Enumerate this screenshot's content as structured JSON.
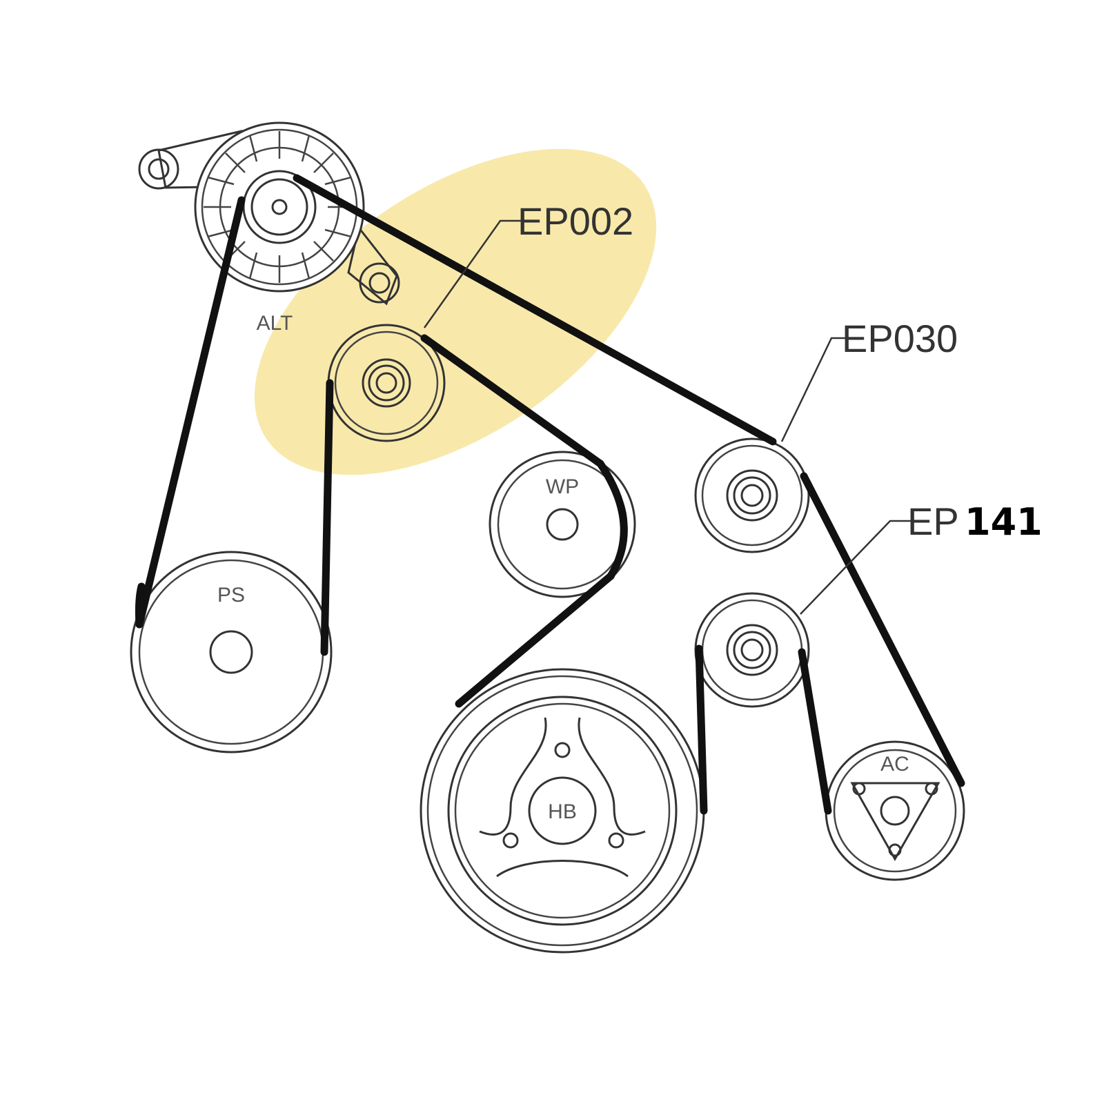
{
  "pulleys": {
    "alternator": "ALT",
    "power_steering": "PS",
    "water_pump": "WP",
    "harmonic_balancer": "HB",
    "ac_compressor": "AC"
  },
  "callouts": {
    "tensioner": "EP002",
    "idler_upper": "EP030",
    "idler_lower_prefix": "EP",
    "idler_lower_number": "141"
  },
  "colors": {
    "highlight": "#f5e08a",
    "belt": "#111111",
    "line_art": "#333333"
  }
}
